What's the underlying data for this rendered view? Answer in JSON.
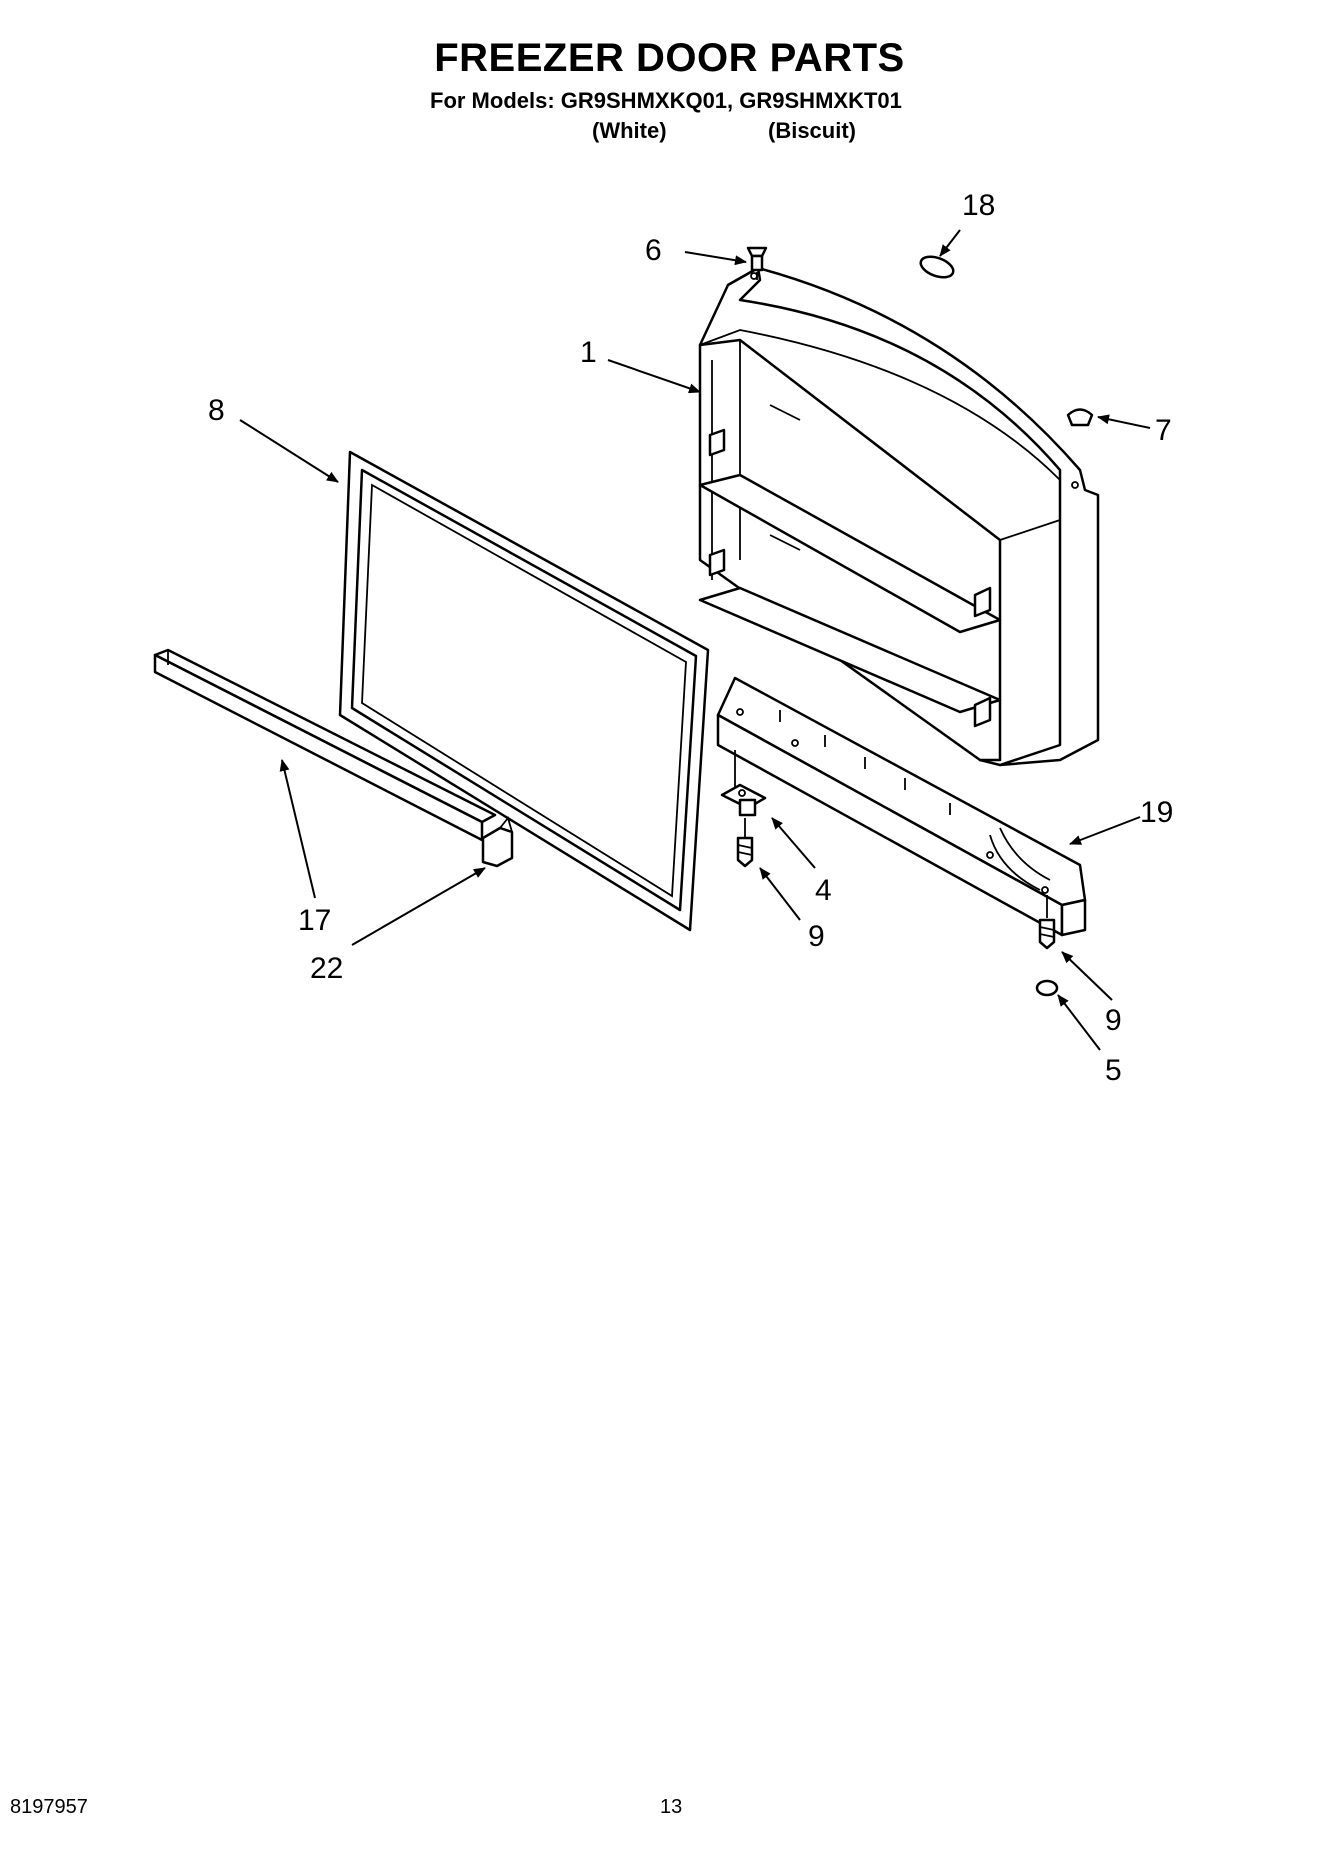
{
  "header": {
    "title": "FREEZER DOOR PARTS",
    "models_line": "For Models: GR9SHMXKQ01, GR9SHMXKT01",
    "variant_white": "(White)",
    "variant_biscuit": "(Biscuit)"
  },
  "callouts": {
    "c1": "1",
    "c4": "4",
    "c5": "5",
    "c6": "6",
    "c7": "7",
    "c8": "8",
    "c9a": "9",
    "c9b": "9",
    "c17": "17",
    "c18": "18",
    "c19": "19",
    "c22": "22"
  },
  "footer": {
    "doc_number": "8197957",
    "page_number": "13"
  }
}
